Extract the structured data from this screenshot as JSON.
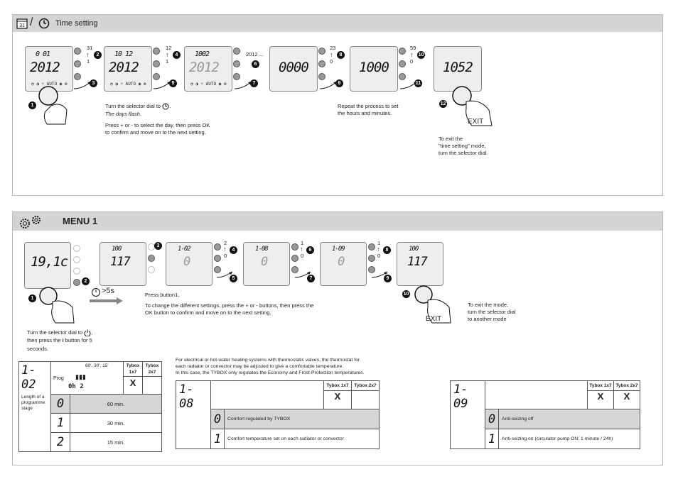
{
  "time_setting": {
    "title": "Time setting",
    "calendar_icon_text": "31",
    "screens": [
      {
        "top": "0 01",
        "main": "2012"
      },
      {
        "top": "10 12",
        "main": "2012"
      },
      {
        "top": "1002",
        "main": "2012"
      },
      {
        "main": "0000"
      },
      {
        "main": "1000"
      },
      {
        "main": "1052"
      }
    ],
    "ranges": [
      {
        "top": "31",
        "bottom": "1"
      },
      {
        "top": "12",
        "bottom": "1"
      },
      {
        "top": "2012 ..."
      },
      {
        "top": "23",
        "bottom": "0"
      },
      {
        "top": "59",
        "bottom": "0"
      }
    ],
    "step_numbers": [
      "1",
      "2",
      "3",
      "4",
      "5",
      "6",
      "7",
      "8",
      "9",
      "10",
      "11",
      "12"
    ],
    "instr_line1": "Turn the selector dial to",
    "instr_line2": "The days flash.",
    "instr_line3": "Press + or - to select the day, then press OK",
    "instr_line4": "to confirm and move on to the next setting.",
    "repeat_line1": "Repeat the process to set",
    "repeat_line2": "the hours and minutes.",
    "exit_label": "EXIT",
    "exit_line1": "To exit the",
    "exit_line2": "\"time setting\" mode,",
    "exit_line3": "turn the selector dial."
  },
  "menu1": {
    "title": "MENU 1",
    "screen0": {
      "main": "19,1c"
    },
    "screens": [
      {
        "top": "100",
        "main": "117"
      },
      {
        "top": "1-02",
        "main": "0"
      },
      {
        "top": "1-08",
        "main": "0"
      },
      {
        "top": "1-09",
        "main": "0"
      },
      {
        "top": "100",
        "main": "117"
      }
    ],
    "ranges": [
      {
        "top": "2",
        "bottom": "0"
      },
      {
        "top": "1",
        "bottom": "0"
      },
      {
        "top": "1",
        "bottom": "0"
      }
    ],
    "hold_label": ">5s",
    "press_line1": "Press button1,",
    "press_line2": "To change the different settings, press the + or - buttons, then press the",
    "press_line3": "OK button to confirm and move on to the next setting.",
    "exit_label": "EXIT",
    "exit_line1": "To exit the mode,",
    "exit_line2": "turn the selector dial",
    "exit_line3": "to another mode",
    "turn_line1": "Turn the selector dial to",
    "turn_line2": "then press the",
    "turn_line2b": "i",
    "turn_line2c": "button for 5",
    "turn_line3": "seconds.",
    "valves_line1": "For electrical or hot-water heating systems with thermostatic valves, the thermostat for",
    "valves_line2": "each radiator or convector may be adjusted to give a comfortable temperature.",
    "valves_line3": "In this case, the TYBOX only regulates the Economy and Frost-Protection temperatures.",
    "table1": {
      "code": "1-02",
      "desc": "Length of a programme stage",
      "prog_label": "Prog",
      "prog_options": "60', 30', 15'",
      "prog_display": "0h 2",
      "col1": "Tybox 1x7",
      "col2": "Tybox 2x7",
      "mark1": "X",
      "rows": [
        {
          "code": "0",
          "text": "60 min."
        },
        {
          "code": "1",
          "text": "30 min."
        },
        {
          "code": "2",
          "text": "15 min."
        }
      ]
    },
    "table2": {
      "code": "1-08",
      "col1": "Tybox 1x7",
      "col2": "Tybox 2x7",
      "mark1": "X",
      "rows": [
        {
          "code": "0",
          "text": "Comfort regulated by TYBOX"
        },
        {
          "code": "1",
          "text": "Comfort temperature set on each radiator or convector"
        }
      ]
    },
    "table3": {
      "code": "1-09",
      "col1": "Tybox 1x7",
      "col2": "Tybox 2x7",
      "mark1": "X",
      "mark2": "X",
      "rows": [
        {
          "code": "0",
          "text": "Anti-seizing off"
        },
        {
          "code": "1",
          "text": "Anti-seizing on (circulator pump ON: 1 minute / 24h)"
        }
      ]
    }
  }
}
